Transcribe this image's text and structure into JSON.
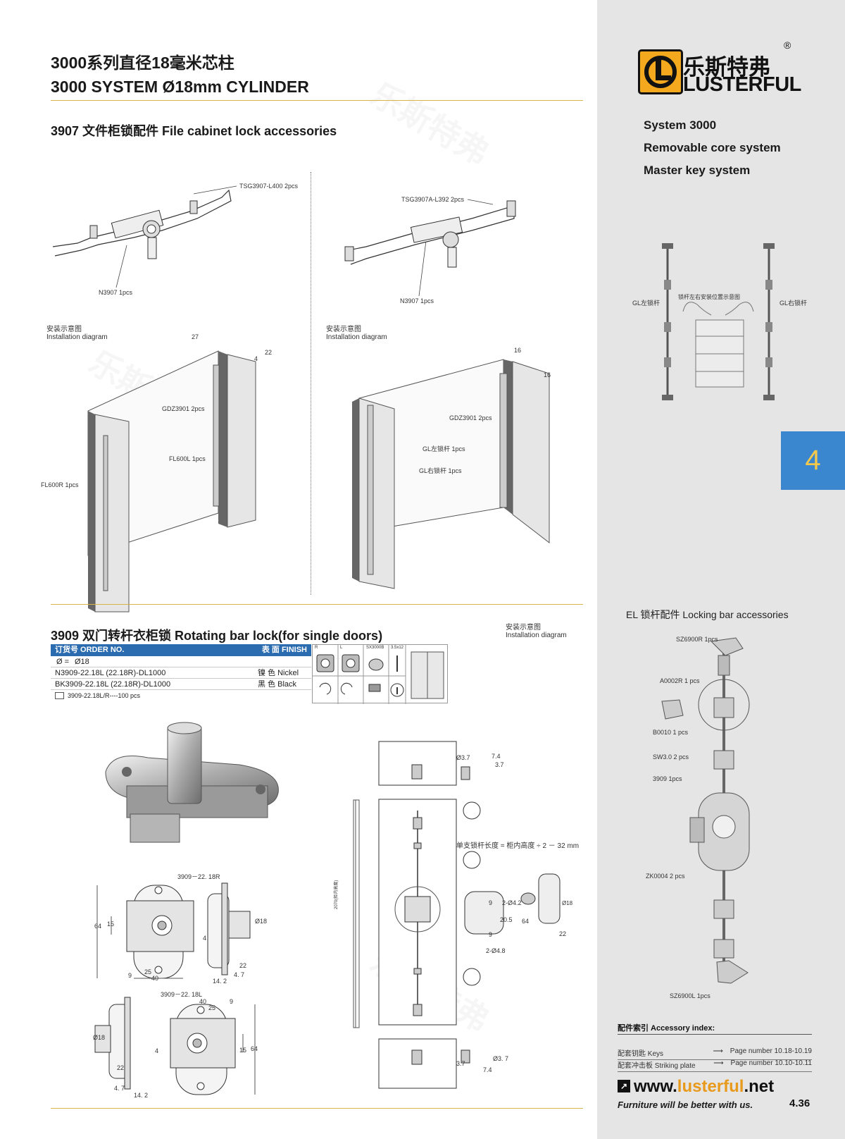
{
  "header": {
    "title_cn": "3000系列直径18毫米芯柱",
    "title_en": "3000 SYSTEM Ø18mm CYLINDER"
  },
  "brand": {
    "name_cn": "乐斯特弗",
    "name_en": "LUSTERFUL",
    "registered": "®",
    "colors": {
      "logo_bg": "#f4a81d",
      "accent_blue": "#3b87cf",
      "orange": "#e89a1d",
      "gold_rule": "#d9b44a"
    }
  },
  "sidebar": {
    "lines": [
      "System 3000",
      "Removable core system",
      "Master key system"
    ],
    "bar_labels": {
      "left": "GL左锁杆",
      "center": "锁杆左右安装位置示意图",
      "right": "GL右锁杆"
    },
    "chapter": "4",
    "el_title": "EL 锁杆配件 Locking bar accessories",
    "el_parts": [
      "SZ6900R 1pcs",
      "A0002R 1 pcs",
      "B0010 1 pcs",
      "SW3.0 2 pcs",
      "3909 1pcs",
      "ZK0004 2 pcs",
      "SZ6900L 1pcs"
    ],
    "accessory_index": {
      "title": "配件索引 Accessory index:",
      "rows": [
        {
          "label": "配套钥匙 Keys",
          "page": "Page number 10.18-10.19"
        },
        {
          "label": "配套冲击板 Striking plate",
          "page": "Page number 10.10-10.11"
        }
      ]
    },
    "url_prefix": "www.",
    "url_brand": "lusterful",
    "url_suffix": ".net",
    "tagline": "Furniture will be better with us.",
    "page_number": "4.36"
  },
  "section_3907": {
    "title": "3907 文件柜锁配件 File cabinet lock accessories",
    "left": {
      "rod": "TSG3907-L400  2pcs",
      "lock": "N3907 1pcs",
      "diagram_cn": "安装示意图",
      "diagram_en": "Installation diagram",
      "dims": [
        "27",
        "22",
        "4"
      ],
      "parts": [
        "GDZ3901 2pcs",
        "FL600L 1pcs",
        "FL600R 1pcs"
      ]
    },
    "right": {
      "rod": "TSG3907A-L392  2pcs",
      "lock": "N3907 1pcs",
      "diagram_cn": "安装示意图",
      "diagram_en": "Installation diagram",
      "dims": [
        "16",
        "16"
      ],
      "parts": [
        "GDZ3901 2pcs",
        "GL左锁杆 1pcs",
        "GL右锁杆  1pcs"
      ]
    }
  },
  "section_3909": {
    "title": "3909 双门转杆衣柜锁 Rotating bar lock(for single doors)",
    "diagram_cn": "安装示意图",
    "diagram_en": "Installation diagram",
    "order_header": {
      "order": "订货号 ORDER NO.",
      "finish": "表 面 FINISH"
    },
    "diameter_row": {
      "label": "Ø =",
      "value": "Ø18"
    },
    "rows": [
      {
        "code": "N3909-22.18L (22.18R)-DL1000",
        "finish": "镍 色 Nickel"
      },
      {
        "code": "BK3909-22.18L (22.18R)-DL1000",
        "finish": "黑 色 Black"
      }
    ],
    "packing": "3909-22.18L/R----100 pcs",
    "icon_headers": [
      "R",
      "L",
      "SX3000B",
      "3.5x12"
    ],
    "drawing_right": {
      "name": "3909－22. 18R",
      "dims": [
        "64",
        "15",
        "9",
        "25",
        "40",
        "Ø18",
        "4",
        "22",
        "4. 7",
        "14. 2"
      ]
    },
    "drawing_left": {
      "name": "3909－22. 18L",
      "dims": [
        "40",
        "25",
        "9",
        "Ø18",
        "4",
        "15",
        "64",
        "22",
        "4. 7",
        "14. 2"
      ]
    },
    "install": {
      "formula": "单支锁杆长度 = 柜内高度 ÷ 2 － 32 mm",
      "height_label": "2070(柜内高度)",
      "top_dims": [
        "Ø3.7",
        "7.4",
        "3.7"
      ],
      "bottom_dims": [
        "3.7",
        "Ø3. 7",
        "7.4"
      ],
      "body_dims": [
        "2-Ø4.2",
        "20.5",
        "9",
        "9",
        "64",
        "2-Ø4.8",
        "Ø18",
        "22"
      ]
    }
  }
}
